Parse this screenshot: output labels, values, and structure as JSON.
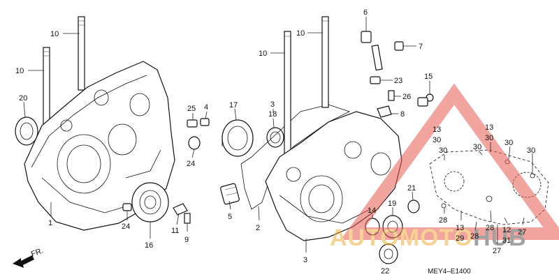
{
  "diagram_code": "MEY4–E1400",
  "front_label": "FR.",
  "watermark": {
    "prefix": "AUTOMOTO",
    "suffix": "HUB",
    "color": "#e85a4f",
    "accent": "#f0b040"
  },
  "callouts": [
    {
      "id": "c10a",
      "label": "10"
    },
    {
      "id": "c10b",
      "label": "10"
    },
    {
      "id": "c10c",
      "label": "10"
    },
    {
      "id": "c10d",
      "label": "10"
    },
    {
      "id": "c20",
      "label": "20"
    },
    {
      "id": "c1",
      "label": "1"
    },
    {
      "id": "c25",
      "label": "25"
    },
    {
      "id": "c4",
      "label": "4"
    },
    {
      "id": "c24a",
      "label": "24"
    },
    {
      "id": "c24b",
      "label": "24"
    },
    {
      "id": "c17",
      "label": "17"
    },
    {
      "id": "c16",
      "label": "16"
    },
    {
      "id": "c11",
      "label": "11"
    },
    {
      "id": "c9",
      "label": "9"
    },
    {
      "id": "c3a",
      "label": "3"
    },
    {
      "id": "c18",
      "label": "18"
    },
    {
      "id": "c5",
      "label": "5"
    },
    {
      "id": "c2",
      "label": "2"
    },
    {
      "id": "c3b",
      "label": "3"
    },
    {
      "id": "c6",
      "label": "6"
    },
    {
      "id": "c7",
      "label": "7"
    },
    {
      "id": "c23",
      "label": "23"
    },
    {
      "id": "c15",
      "label": "15"
    },
    {
      "id": "c26",
      "label": "26"
    },
    {
      "id": "c8",
      "label": "8"
    },
    {
      "id": "c13a",
      "label": "13"
    },
    {
      "id": "c30a",
      "label": "30"
    },
    {
      "id": "c30b",
      "label": "30"
    },
    {
      "id": "c30c",
      "label": "30"
    },
    {
      "id": "c13b",
      "label": "13"
    },
    {
      "id": "c30d",
      "label": "30"
    },
    {
      "id": "c30e",
      "label": "30"
    },
    {
      "id": "c30f",
      "label": "30"
    },
    {
      "id": "c21",
      "label": "21"
    },
    {
      "id": "c14",
      "label": "14"
    },
    {
      "id": "c19",
      "label": "19"
    },
    {
      "id": "c28a",
      "label": "28"
    },
    {
      "id": "c13c",
      "label": "13"
    },
    {
      "id": "c29",
      "label": "29"
    },
    {
      "id": "c28b",
      "label": "28"
    },
    {
      "id": "c28c",
      "label": "28"
    },
    {
      "id": "c12",
      "label": "12"
    },
    {
      "id": "c27a",
      "label": "27"
    },
    {
      "id": "c31",
      "label": "31"
    },
    {
      "id": "c27b",
      "label": "27"
    },
    {
      "id": "c22",
      "label": "22"
    }
  ]
}
